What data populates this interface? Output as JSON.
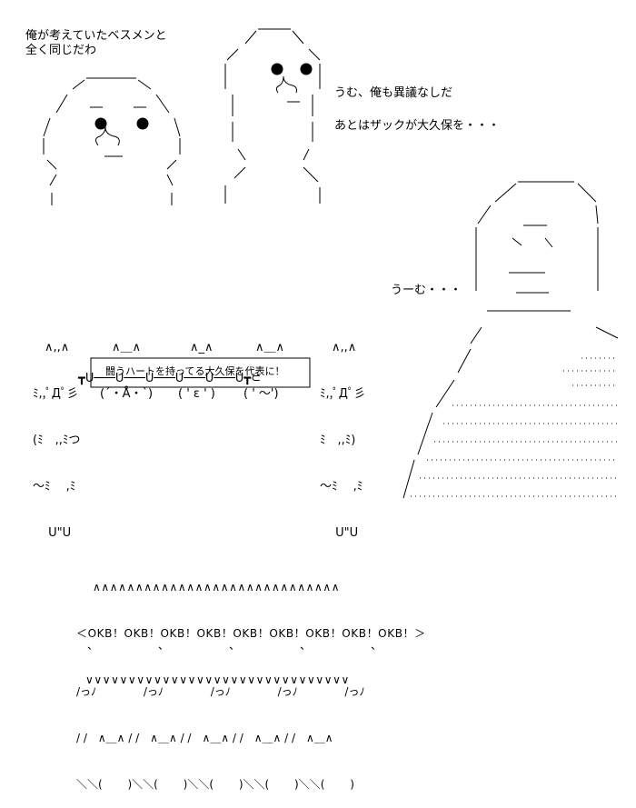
{
  "top_caption": {
    "line1": "俺が考えていたベスメンと",
    "line2": "全く同じだわ"
  },
  "reply_1": "うむ、俺も異議なしだ",
  "reply_2": "あとはザックが大久保を・・・",
  "thinking": "うーむ・・・",
  "sign_text": "闘うハートを持ってる大久保を代表に！",
  "cheer_faces": {
    "left_cat_face": "ﾐ,,ﾟДﾟ彡",
    "face_2": "(´・Å・`)",
    "face_3": "( ' ε ' )",
    "face_4": "( ' ～')",
    "right_cat_face": "ﾐ,,ﾟДﾟ彡"
  },
  "banner": {
    "top": "∧∧∧∧∧∧∧∧∧∧∧∧∧∧∧∧∧∧∧∧∧∧∧∧∧∧∧∧∧",
    "middle": "＜OKB！OKB！OKB！OKB！OKB！OKB！OKB！OKB！OKB！＞",
    "bottom": "∨∨∨∨∨∨∨∨∨∨∨∨∨∨∨∨∨∨∨∨∨∨∨∨∨∨∨∨∨∨∨"
  },
  "colors": {
    "ink": "#000000",
    "background": "#ffffff"
  }
}
